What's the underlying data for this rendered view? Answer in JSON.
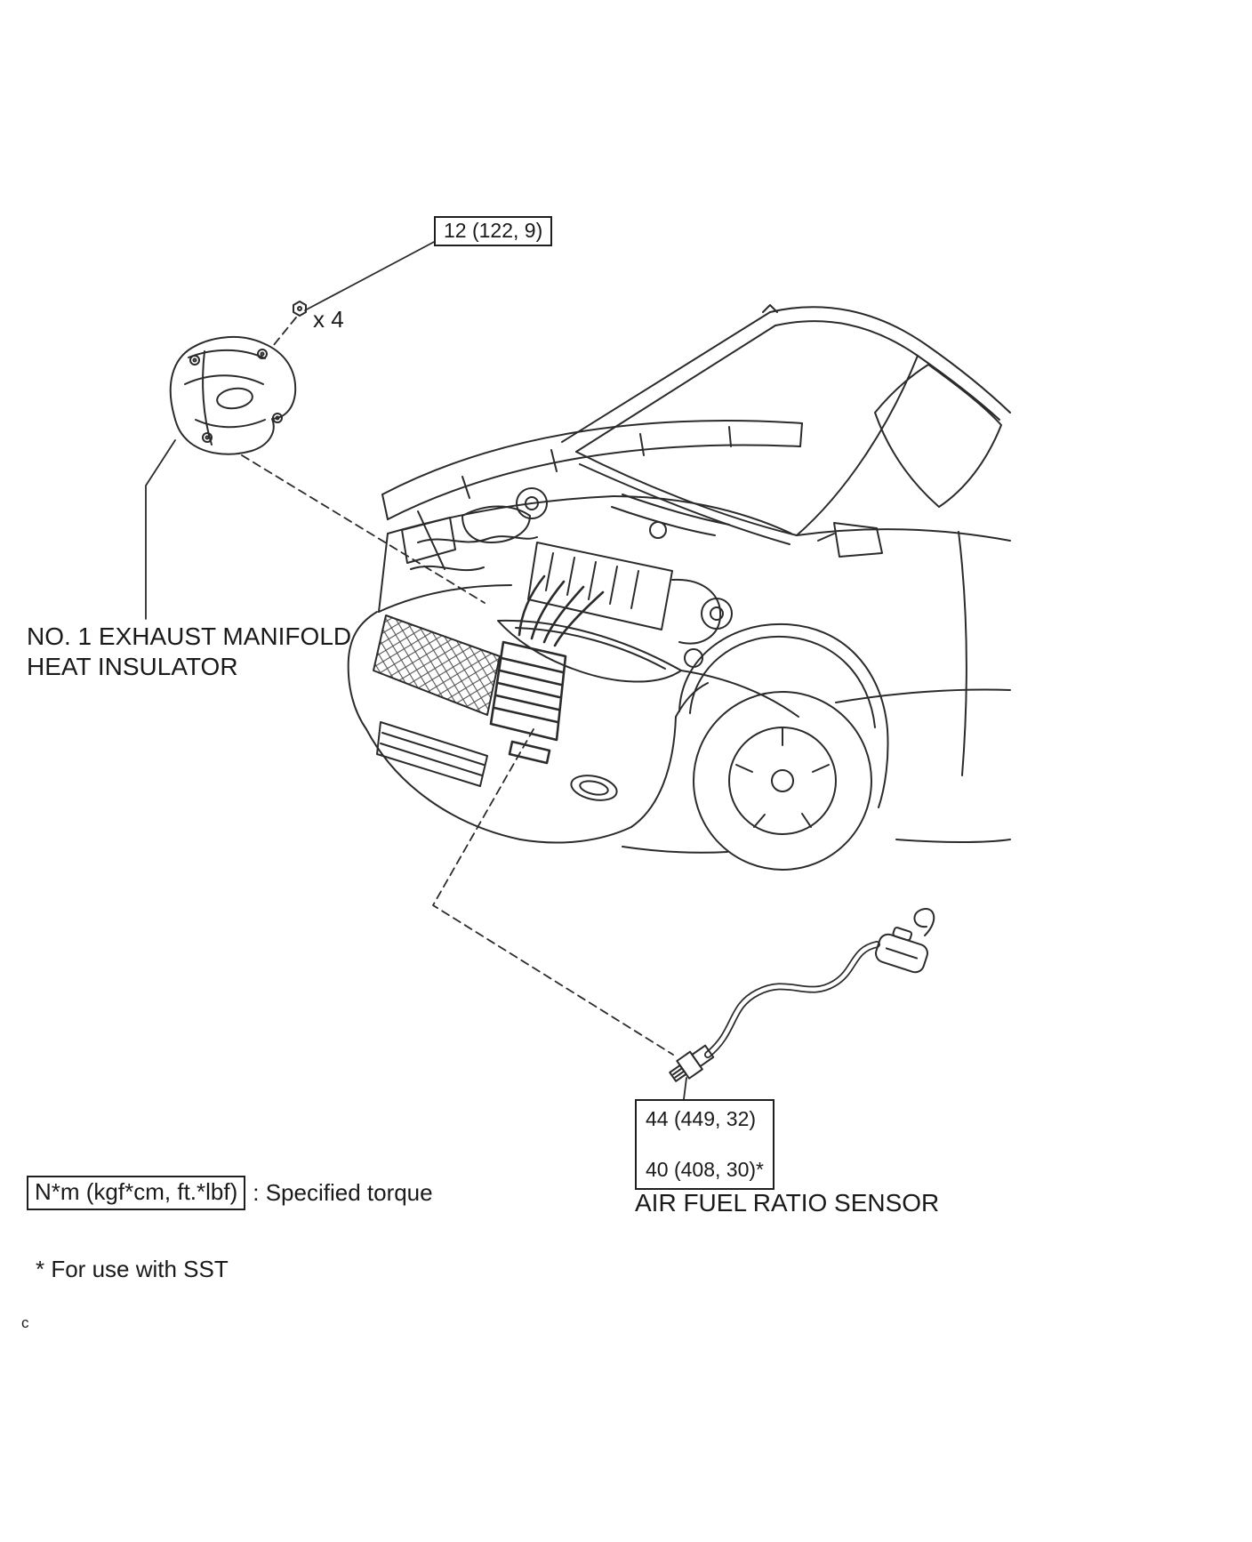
{
  "diagram": {
    "line_color": "#2b2b2b",
    "background": "#ffffff",
    "parts": [
      "no-1-exhaust-manifold-heat-insulator",
      "hood-bolt",
      "vehicle-front-three-quarter-view",
      "air-fuel-ratio-sensor"
    ]
  },
  "callouts": {
    "bolt_torque": "12 (122, 9)",
    "bolt_count": "x 4",
    "insulator_label_line1": "NO. 1 EXHAUST MANIFOLD",
    "insulator_label_line2": "HEAT INSULATOR",
    "sensor_torque_line1": "44 (449, 32)",
    "sensor_torque_line2": "40 (408, 30)*",
    "sensor_label": "AIR FUEL RATIO SENSOR"
  },
  "legend": {
    "torque_unit_box": "N*m (kgf*cm, ft.*lbf)",
    "torque_meaning": ": Specified torque",
    "footnote": "* For use with SST",
    "page_mark": "c"
  }
}
